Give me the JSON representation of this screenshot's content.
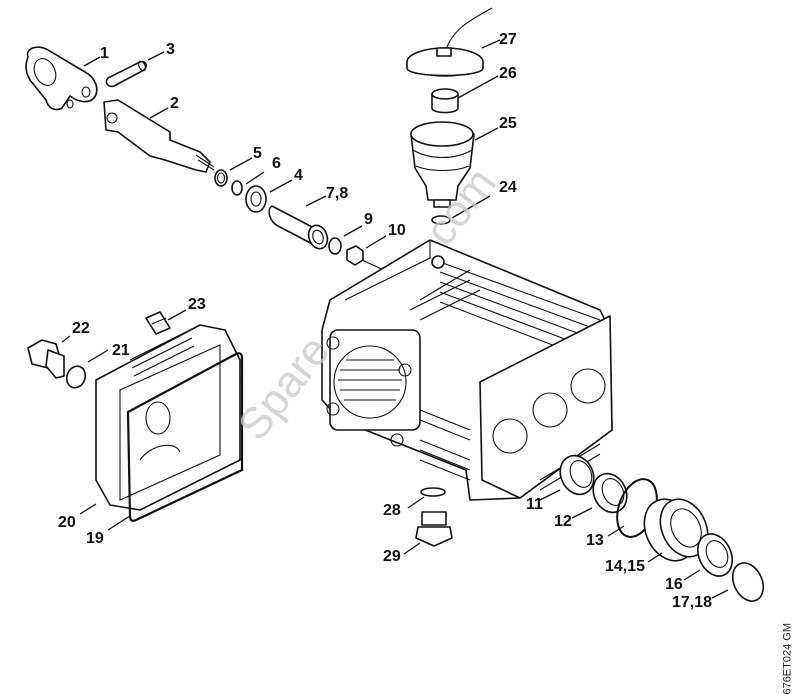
{
  "diagram": {
    "type": "exploded-parts-diagram",
    "drawing_code": "676ET024 GM",
    "watermark": [
      "Spare",
      "com"
    ],
    "callouts": [
      {
        "label": "1"
      },
      {
        "label": "2"
      },
      {
        "label": "3"
      },
      {
        "label": "4"
      },
      {
        "label": "5"
      },
      {
        "label": "6"
      },
      {
        "label": "7,8"
      },
      {
        "label": "9"
      },
      {
        "label": "10"
      },
      {
        "label": "11"
      },
      {
        "label": "12"
      },
      {
        "label": "13"
      },
      {
        "label": "14,15"
      },
      {
        "label": "16"
      },
      {
        "label": "17,18"
      },
      {
        "label": "19"
      },
      {
        "label": "20"
      },
      {
        "label": "21"
      },
      {
        "label": "22"
      },
      {
        "label": "23"
      },
      {
        "label": "24"
      },
      {
        "label": "25"
      },
      {
        "label": "26"
      },
      {
        "label": "27"
      },
      {
        "label": "28"
      },
      {
        "label": "29"
      }
    ]
  }
}
